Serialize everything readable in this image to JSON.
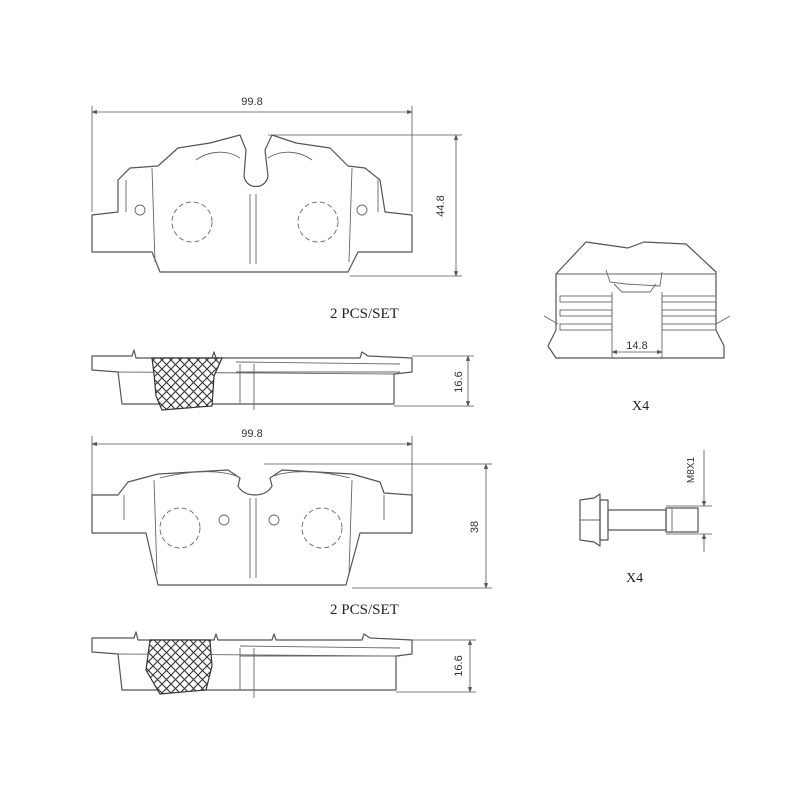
{
  "pad_top": {
    "width_label": "99.8",
    "height_label": "44.8",
    "set_label": "2 PCS/SET",
    "thickness_label": "16.6"
  },
  "pad_bottom": {
    "width_label": "99.8",
    "height_label": "38",
    "set_label": "2 PCS/SET",
    "thickness_label": "16.6"
  },
  "clip": {
    "width_label": "14.8",
    "quantity_label": "X4"
  },
  "bolt": {
    "thread_label": "M8X1",
    "quantity_label": "X4"
  }
}
